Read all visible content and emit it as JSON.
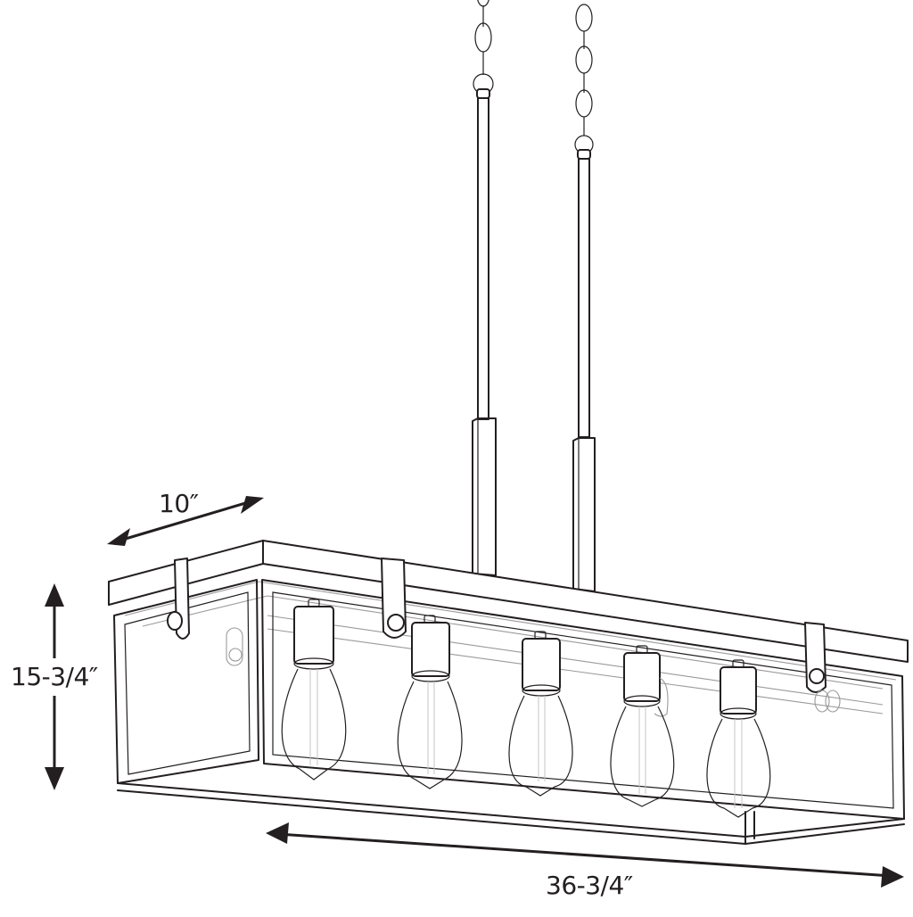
{
  "figure": {
    "title": "Linear chandelier dimension diagram",
    "subject": "Five-light rectangular cage chandelier with exposed Edison bulbs, suspended by two chains and downrods",
    "bulb_count": 5,
    "suspension_count": 2,
    "line_color": "#231f20",
    "hidden_line_color": "#9a9a9a",
    "background": "#ffffff"
  },
  "dimensions": {
    "depth": {
      "label": "10″",
      "direction": "diagonal-depth"
    },
    "height": {
      "label": "15-3/4″",
      "direction": "vertical"
    },
    "length": {
      "label": "36-3/4″",
      "direction": "horizontal-length"
    }
  }
}
